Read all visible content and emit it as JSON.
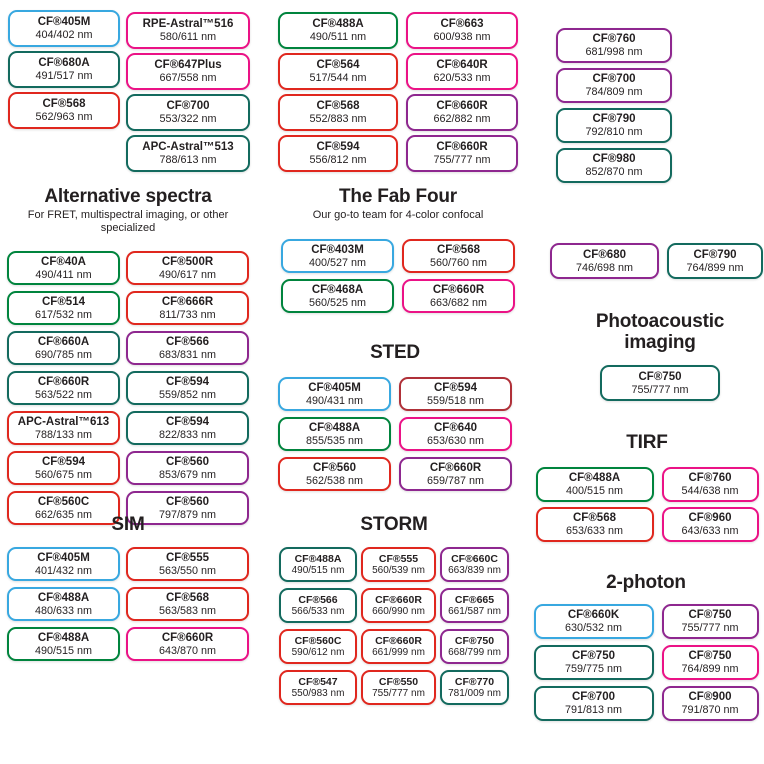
{
  "palette": {
    "blue": "#38A8E0",
    "green": "#00843D",
    "teal": "#136A5E",
    "red": "#E0271E",
    "pink": "#EB1286",
    "purple": "#8E278F",
    "darkred": "#B03038"
  },
  "groups": [
    {
      "id": "top-a",
      "pills": [
        {
          "name": "CF®405M",
          "value": "404/402 nm",
          "color": "blue"
        },
        {
          "name": "CF®680A",
          "value": "491/517 nm",
          "color": "teal"
        },
        {
          "name": "CF®568",
          "value": "562/963 nm",
          "color": "red"
        }
      ]
    },
    {
      "id": "top-b",
      "pills": [
        {
          "name": "RPE-Astral™516",
          "value": "580/611 nm",
          "color": "pink"
        },
        {
          "name": "CF®647Plus",
          "value": "667/558 nm",
          "color": "pink"
        },
        {
          "name": "CF®700",
          "value": "553/322 nm",
          "color": "teal"
        },
        {
          "name": "APC-Astral™513",
          "value": "788/613 nm",
          "color": "teal"
        }
      ]
    },
    {
      "id": "top-c",
      "pills": [
        {
          "name": "CF®488A",
          "value": "490/511 nm",
          "color": "green"
        },
        {
          "name": "CF®564",
          "value": "517/544 nm",
          "color": "red"
        },
        {
          "name": "CF®568",
          "value": "552/883 nm",
          "color": "red"
        },
        {
          "name": "CF®594",
          "value": "556/812 nm",
          "color": "red"
        }
      ]
    },
    {
      "id": "top-d",
      "pills": [
        {
          "name": "CF®663",
          "value": "600/938 nm",
          "color": "pink"
        },
        {
          "name": "CF®640R",
          "value": "620/533 nm",
          "color": "pink"
        },
        {
          "name": "CF®660R",
          "value": "662/882 nm",
          "color": "purple"
        },
        {
          "name": "CF®660R",
          "value": "755/777 nm",
          "color": "purple"
        }
      ]
    },
    {
      "id": "top-e",
      "pills": [
        {
          "name": "CF®760",
          "value": "681/998 nm",
          "color": "purple"
        },
        {
          "name": "CF®700",
          "value": "784/809 nm",
          "color": "purple"
        },
        {
          "name": "CF®790",
          "value": "792/810 nm",
          "color": "teal"
        },
        {
          "name": "CF®980",
          "value": "852/870 nm",
          "color": "teal"
        }
      ]
    },
    {
      "id": "alt",
      "title": "Alternative spectra",
      "subtitle": "For FRET, multispectral imaging, or other specialized",
      "pills": [
        {
          "name": "CF®40A",
          "value": "490/411 nm",
          "color": "green"
        },
        {
          "name": "CF®500R",
          "value": "490/617 nm",
          "color": "red"
        },
        {
          "name": "CF®514",
          "value": "617/532 nm",
          "color": "green"
        },
        {
          "name": "CF®666R",
          "value": "811/733 nm",
          "color": "red"
        },
        {
          "name": "CF®660A",
          "value": "690/785 nm",
          "color": "teal"
        },
        {
          "name": "CF®566",
          "value": "683/831 nm",
          "color": "purple"
        },
        {
          "name": "CF®660R",
          "value": "563/522 nm",
          "color": "teal"
        },
        {
          "name": "CF®594",
          "value": "559/852 nm",
          "color": "teal"
        },
        {
          "name": "APC-Astral™613",
          "value": "788/133 nm",
          "color": "red"
        },
        {
          "name": "CF®594",
          "value": "822/833 nm",
          "color": "teal"
        },
        {
          "name": "CF®594",
          "value": "560/675 nm",
          "color": "red"
        },
        {
          "name": "CF®560",
          "value": "853/679 nm",
          "color": "purple"
        },
        {
          "name": "CF®560C",
          "value": "662/635 nm",
          "color": "red"
        },
        {
          "name": "CF®560",
          "value": "797/879 nm",
          "color": "purple"
        }
      ]
    },
    {
      "id": "fab",
      "title": "The Fab Four",
      "subtitle": "Our go-to team for 4-color confocal",
      "pills": [
        {
          "name": "CF®403M",
          "value": "400/527 nm",
          "color": "blue"
        },
        {
          "name": "CF®568",
          "value": "560/760 nm",
          "color": "red"
        },
        {
          "name": "CF®468A",
          "value": "560/525 nm",
          "color": "green"
        },
        {
          "name": "CF®660R",
          "value": "663/682 nm",
          "color": "pink"
        }
      ]
    },
    {
      "id": "sted",
      "title": "STED",
      "pills": [
        {
          "name": "CF®405M",
          "value": "490/431 nm",
          "color": "blue"
        },
        {
          "name": "CF®594",
          "value": "559/518 nm",
          "color": "darkred"
        },
        {
          "name": "CF®488A",
          "value": "855/535 nm",
          "color": "green"
        },
        {
          "name": "CF®640",
          "value": "653/630 nm",
          "color": "pink"
        },
        {
          "name": "CF®560",
          "value": "562/538 nm",
          "color": "red"
        },
        {
          "name": "CF®660R",
          "value": "659/787 nm",
          "color": "purple"
        }
      ]
    },
    {
      "id": "pair",
      "pills": [
        {
          "name": "CF®680",
          "value": "746/698 nm",
          "color": "purple"
        },
        {
          "name": "CF®790",
          "value": "764/899 nm",
          "color": "teal"
        }
      ]
    },
    {
      "id": "photo",
      "title": "Photoacoustic imaging",
      "pills": [
        {
          "name": "CF®750",
          "value": "755/777 nm",
          "color": "teal"
        }
      ]
    },
    {
      "id": "tirf",
      "title": "TIRF",
      "pills": [
        {
          "name": "CF®488A",
          "value": "400/515 nm",
          "color": "green"
        },
        {
          "name": "CF®760",
          "value": "544/638 nm",
          "color": "pink"
        },
        {
          "name": "CF®568",
          "value": "653/633 nm",
          "color": "red"
        },
        {
          "name": "CF®960",
          "value": "643/633 nm",
          "color": "pink"
        }
      ]
    },
    {
      "id": "sim",
      "title": "SIM",
      "pills": [
        {
          "name": "CF®405M",
          "value": "401/432 nm",
          "color": "blue"
        },
        {
          "name": "CF®555",
          "value": "563/550 nm",
          "color": "red"
        },
        {
          "name": "CF®488A",
          "value": "480/633 nm",
          "color": "blue"
        },
        {
          "name": "CF®568",
          "value": "563/583 nm",
          "color": "red"
        },
        {
          "name": "CF®488A",
          "value": "490/515 nm",
          "color": "green"
        },
        {
          "name": "CF®660R",
          "value": "643/870 nm",
          "color": "pink"
        }
      ]
    },
    {
      "id": "storm",
      "title": "STORM",
      "pills": [
        {
          "name": "CF®488A",
          "value": "490/515 nm",
          "color": "teal"
        },
        {
          "name": "CF®555",
          "value": "560/539 nm",
          "color": "red"
        },
        {
          "name": "CF®660C",
          "value": "663/839 nm",
          "color": "purple"
        },
        {
          "name": "CF®566",
          "value": "566/533 nm",
          "color": "teal"
        },
        {
          "name": "CF®660R",
          "value": "660/990 nm",
          "color": "red"
        },
        {
          "name": "CF®665",
          "value": "661/587 nm",
          "color": "purple"
        },
        {
          "name": "CF®560C",
          "value": "590/612 nm",
          "color": "red"
        },
        {
          "name": "CF®660R",
          "value": "661/999 nm",
          "color": "red"
        },
        {
          "name": "CF®750",
          "value": "668/799 nm",
          "color": "purple"
        },
        {
          "name": "CF®547",
          "value": "550/983 nm",
          "color": "red"
        },
        {
          "name": "CF®550",
          "value": "755/777 nm",
          "color": "red"
        },
        {
          "name": "CF®770",
          "value": "781/009 nm",
          "color": "teal"
        }
      ]
    },
    {
      "id": "twophoton",
      "title": "2-photon",
      "pills": [
        {
          "name": "CF®660K",
          "value": "630/532 nm",
          "color": "blue"
        },
        {
          "name": "CF®750",
          "value": "755/777 nm",
          "color": "purple"
        },
        {
          "name": "CF®750",
          "value": "759/775 nm",
          "color": "teal"
        },
        {
          "name": "CF®750",
          "value": "764/899 nm",
          "color": "pink"
        },
        {
          "name": "CF®700",
          "value": "791/813 nm",
          "color": "teal"
        },
        {
          "name": "CF®900",
          "value": "791/870 nm",
          "color": "purple"
        }
      ]
    }
  ]
}
